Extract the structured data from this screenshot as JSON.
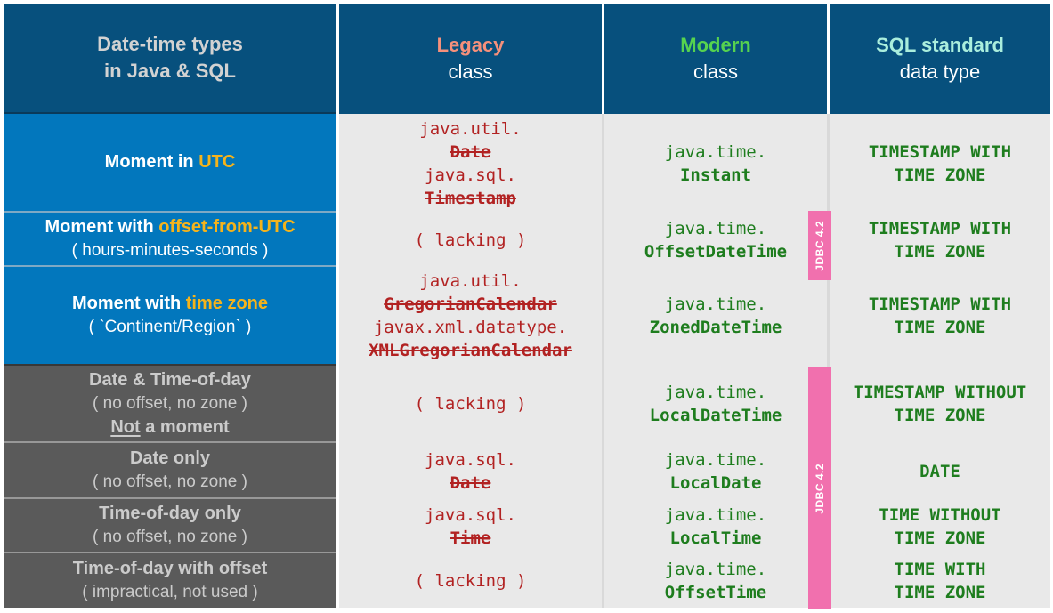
{
  "title": "Date-time types in Java & SQL",
  "colors": {
    "header_bg": "#07507d",
    "moment_rows_bg": "#0277bd",
    "not_a_moment_rows_bg": "#5a5a5a",
    "body_bg": "#e9e9e9",
    "accent_yellow": "#f5b31b",
    "legacy_accent": "#f5907b",
    "modern_accent": "#56d34f",
    "sql_accent": "#aaeedd",
    "legacy_code": "#b22222",
    "modern_code": "#1e7d1e",
    "jdbc_badge": "#f170ae"
  },
  "header": {
    "col1_line1": "Date-time types",
    "col1_line2": "in Java & SQL",
    "legacy_accent": "Legacy",
    "legacy_sub": "class",
    "modern_accent": "Modern",
    "modern_sub": "class",
    "sql_accent": "SQL standard",
    "sql_sub": "data type"
  },
  "jdbc_badge_label": "JDBC 4.2",
  "rows": [
    {
      "title_plain": "Moment in",
      "title_accent": "UTC",
      "legacy": [
        "java.util.",
        "Date",
        "java.sql.",
        "Timestamp"
      ],
      "modern_pkg": "java.time.",
      "modern_cls": "Instant",
      "sql_line1": "TIMESTAMP WITH",
      "sql_line2": "TIME ZONE"
    },
    {
      "title_plain": "Moment with",
      "title_accent": "offset-from-UTC",
      "subtitle": "( hours-minutes-seconds )",
      "legacy_lacking": "( lacking )",
      "modern_pkg": "java.time.",
      "modern_cls": "OffsetDateTime",
      "sql_line1": "TIMESTAMP WITH",
      "sql_line2": "TIME ZONE"
    },
    {
      "title_plain": "Moment with",
      "title_accent": "time zone",
      "subtitle": "( `Continent/Region` )",
      "legacy": [
        "java.util.",
        "GregorianCalendar",
        "javax.xml.datatype.",
        "XMLGregorianCalendar"
      ],
      "modern_pkg": "java.time.",
      "modern_cls": "ZonedDateTime",
      "sql_line1": "TIMESTAMP WITH",
      "sql_line2": "TIME ZONE"
    },
    {
      "title_plain": "Date & Time-of-day",
      "subtitle": "( no offset, no zone )",
      "note_underlined": "Not",
      "note_rest": " a moment",
      "legacy_lacking": "( lacking )",
      "modern_pkg": "java.time.",
      "modern_cls": "LocalDateTime",
      "sql_line1": "TIMESTAMP WITHOUT",
      "sql_line2": "TIME ZONE"
    },
    {
      "title_plain": "Date only",
      "subtitle": "( no offset, no zone )",
      "legacy": [
        "java.sql.",
        "Date"
      ],
      "modern_pkg": "java.time.",
      "modern_cls": "LocalDate",
      "sql_line1": "DATE"
    },
    {
      "title_plain": "Time-of-day only",
      "subtitle": "( no offset, no zone )",
      "legacy": [
        "java.sql.",
        "Time"
      ],
      "modern_pkg": "java.time.",
      "modern_cls": "LocalTime",
      "sql_line1": "TIME WITHOUT",
      "sql_line2": "TIME ZONE"
    },
    {
      "title_plain": "Time-of-day with offset",
      "subtitle": "( impractical, not used )",
      "legacy_lacking": "( lacking )",
      "modern_pkg": "java.time.",
      "modern_cls": "OffsetTime",
      "sql_line1": "TIME WITH",
      "sql_line2": "TIME ZONE"
    }
  ]
}
